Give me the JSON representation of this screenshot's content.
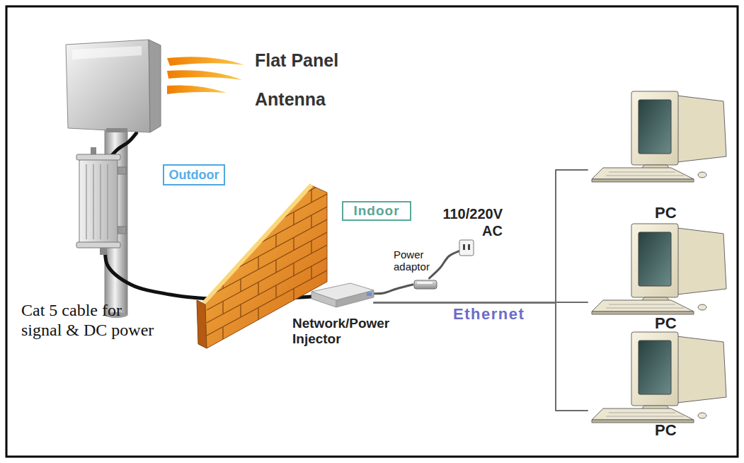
{
  "diagram": {
    "nodes": [
      {
        "text": [
          "Flat Panel Antenna"
        ]
      },
      {
        "text": [
          "Outdoor"
        ]
      },
      {
        "text": [
          "Indoor"
        ]
      },
      {
        "text": [
          "110/220V AC"
        ]
      },
      {
        "text": [
          "Power adaptor"
        ]
      },
      {
        "text": [
          "Network/Power Injector"
        ]
      },
      {
        "text": [
          "PC"
        ]
      },
      {
        "text": [
          "PC"
        ]
      },
      {
        "text": [
          "PC"
        ]
      }
    ],
    "edges": [
      {
        "from": 0,
        "to": 5,
        "arrow": "none"
      },
      {
        "from": 3,
        "to": 4,
        "arrow": "none"
      },
      {
        "from": 4,
        "to": 5,
        "arrow": "none"
      },
      {
        "from": 5,
        "to": 6,
        "arrow": "none"
      },
      {
        "from": 5,
        "to": 7,
        "label": "Ethernet",
        "arrow": "none"
      },
      {
        "from": 5,
        "to": 8,
        "arrow": "none"
      }
    ],
    "labels": [
      "Cat 5 cable for signal & DC power"
    ]
  }
}
